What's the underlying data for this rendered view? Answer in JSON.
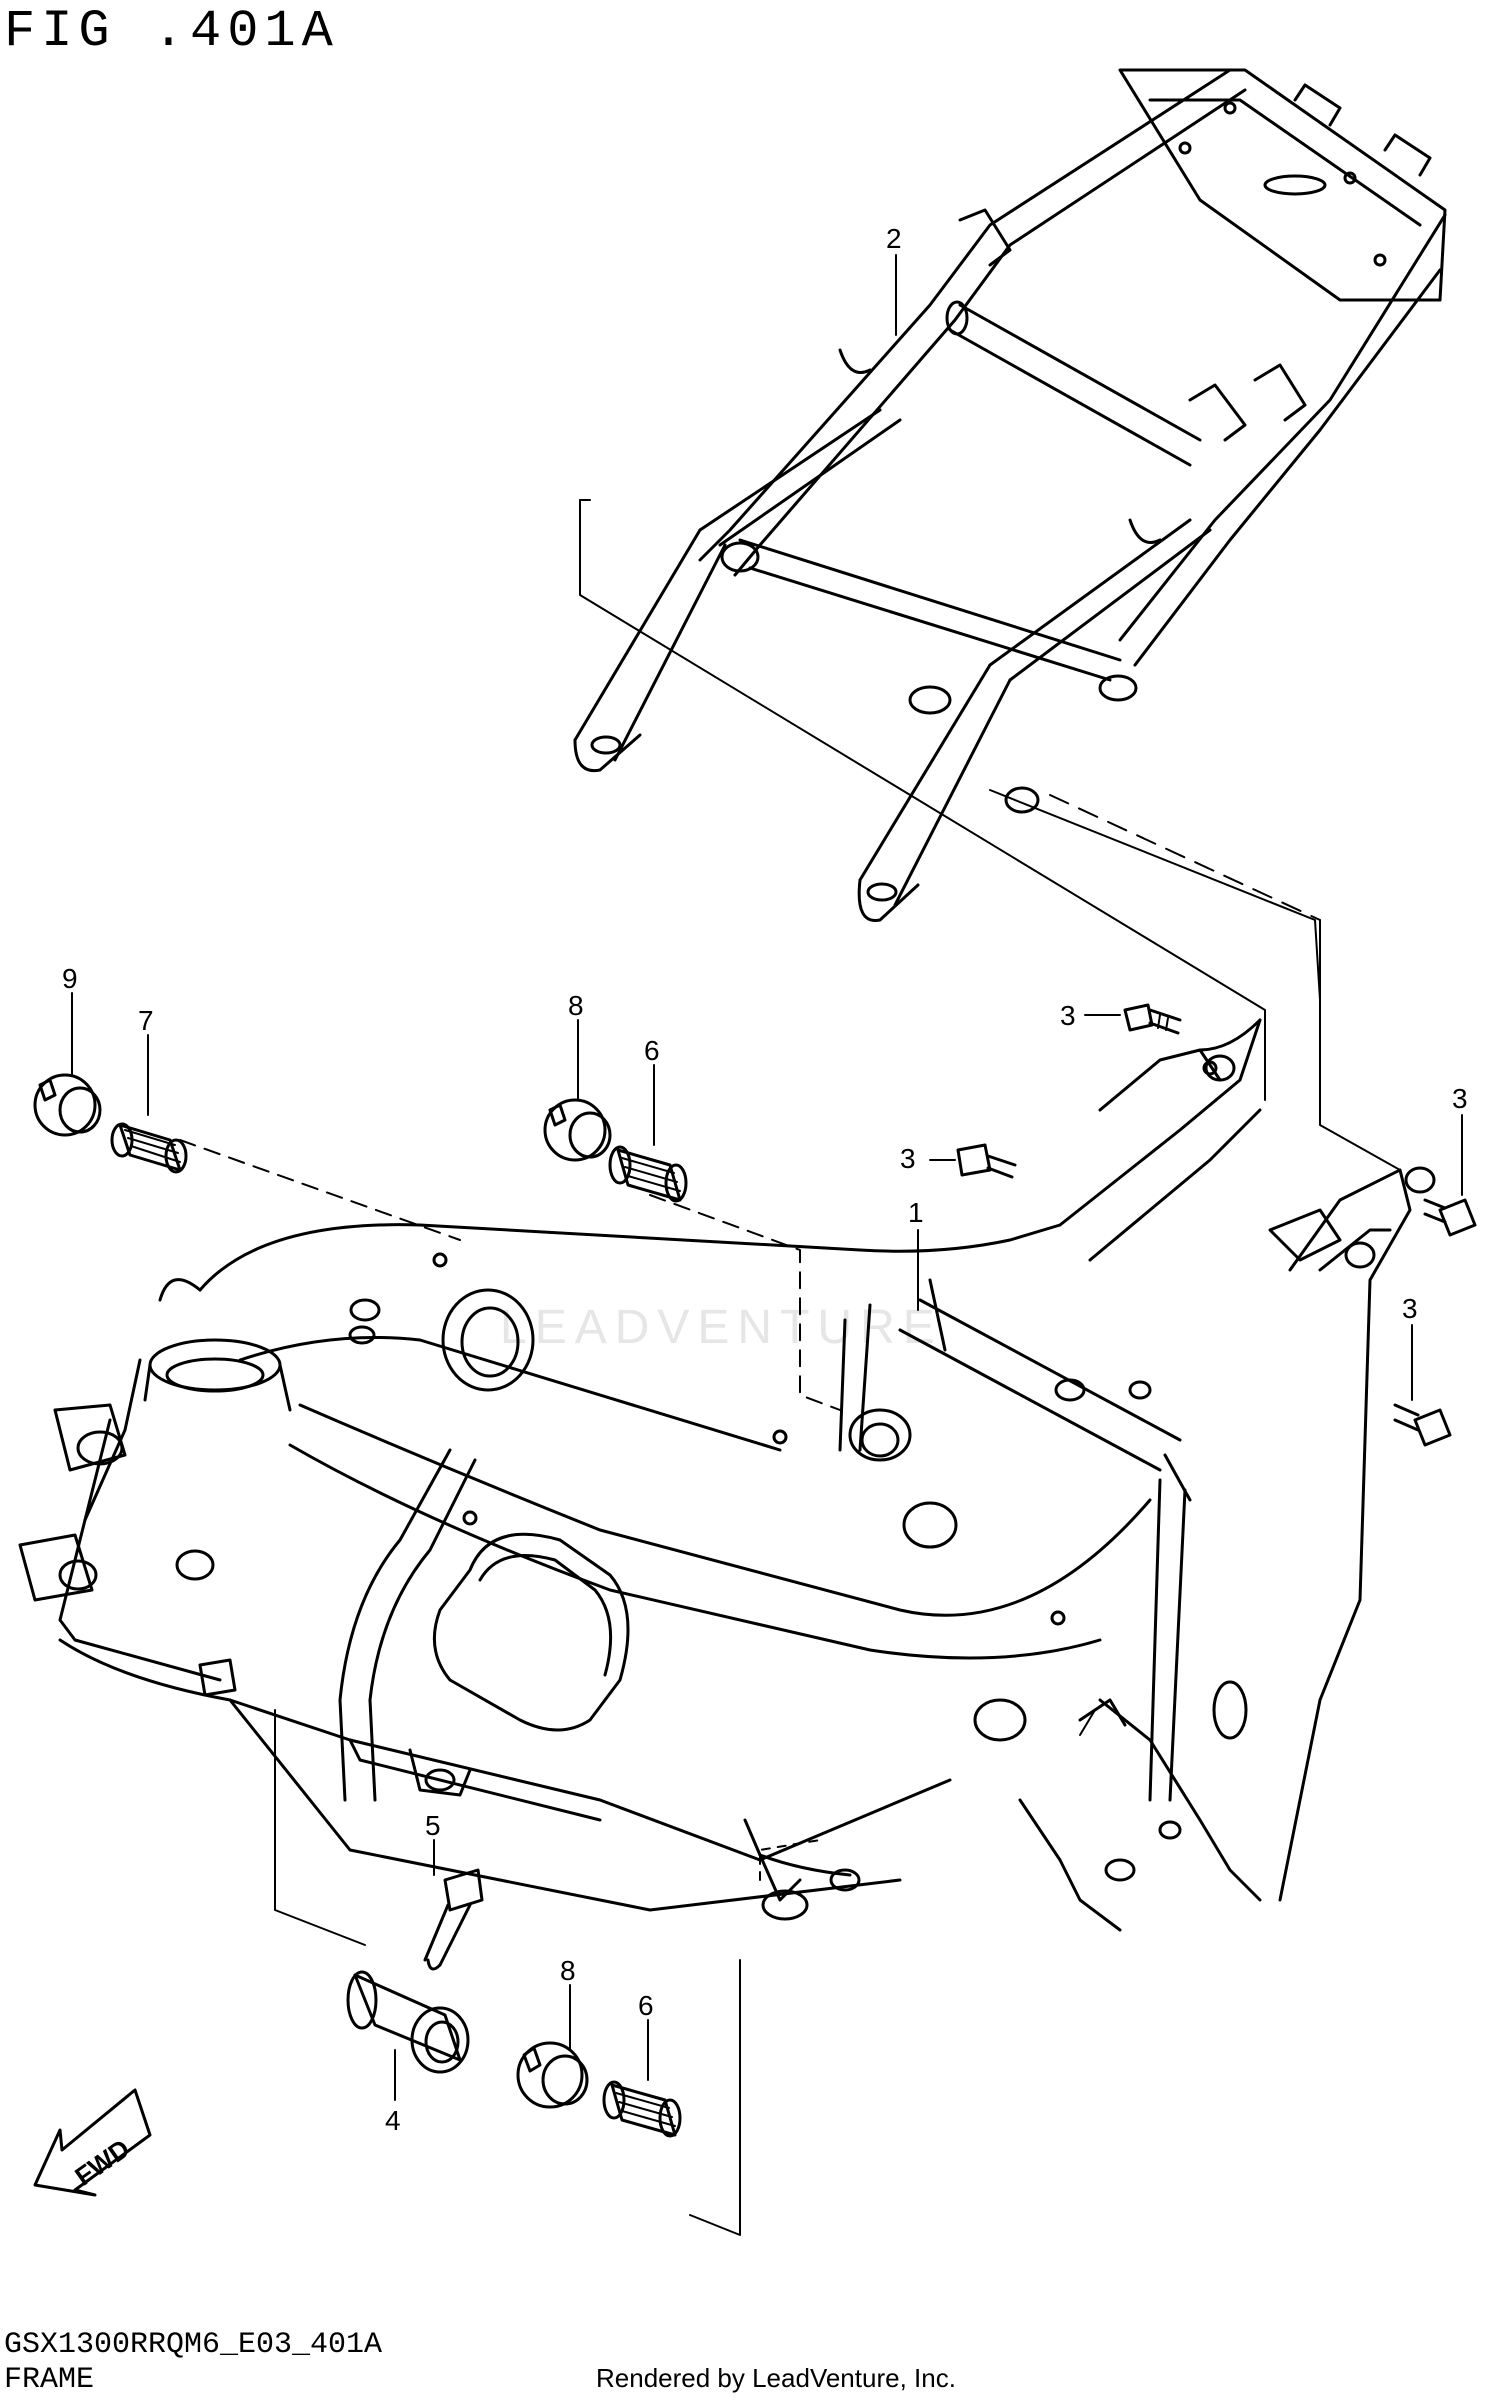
{
  "figure": {
    "title": "FIG .401A",
    "code": "GSX1300RRQM6_E03_401A",
    "name": "FRAME",
    "rendered_by": "Rendered by LeadVenture, Inc.",
    "watermark": "LEADVENTURE"
  },
  "callouts": [
    {
      "id": "1",
      "label": "1"
    },
    {
      "id": "2",
      "label": "2"
    },
    {
      "id": "3a",
      "label": "3"
    },
    {
      "id": "3b",
      "label": "3"
    },
    {
      "id": "3c",
      "label": "3"
    },
    {
      "id": "3d",
      "label": "3"
    },
    {
      "id": "4",
      "label": "4"
    },
    {
      "id": "5",
      "label": "5"
    },
    {
      "id": "6a",
      "label": "6"
    },
    {
      "id": "6b",
      "label": "6"
    },
    {
      "id": "7",
      "label": "7"
    },
    {
      "id": "8a",
      "label": "8"
    },
    {
      "id": "8b",
      "label": "8"
    },
    {
      "id": "9",
      "label": "9"
    }
  ],
  "direction_arrow": {
    "label": "FWD",
    "icon": "fwd-arrow-icon"
  }
}
